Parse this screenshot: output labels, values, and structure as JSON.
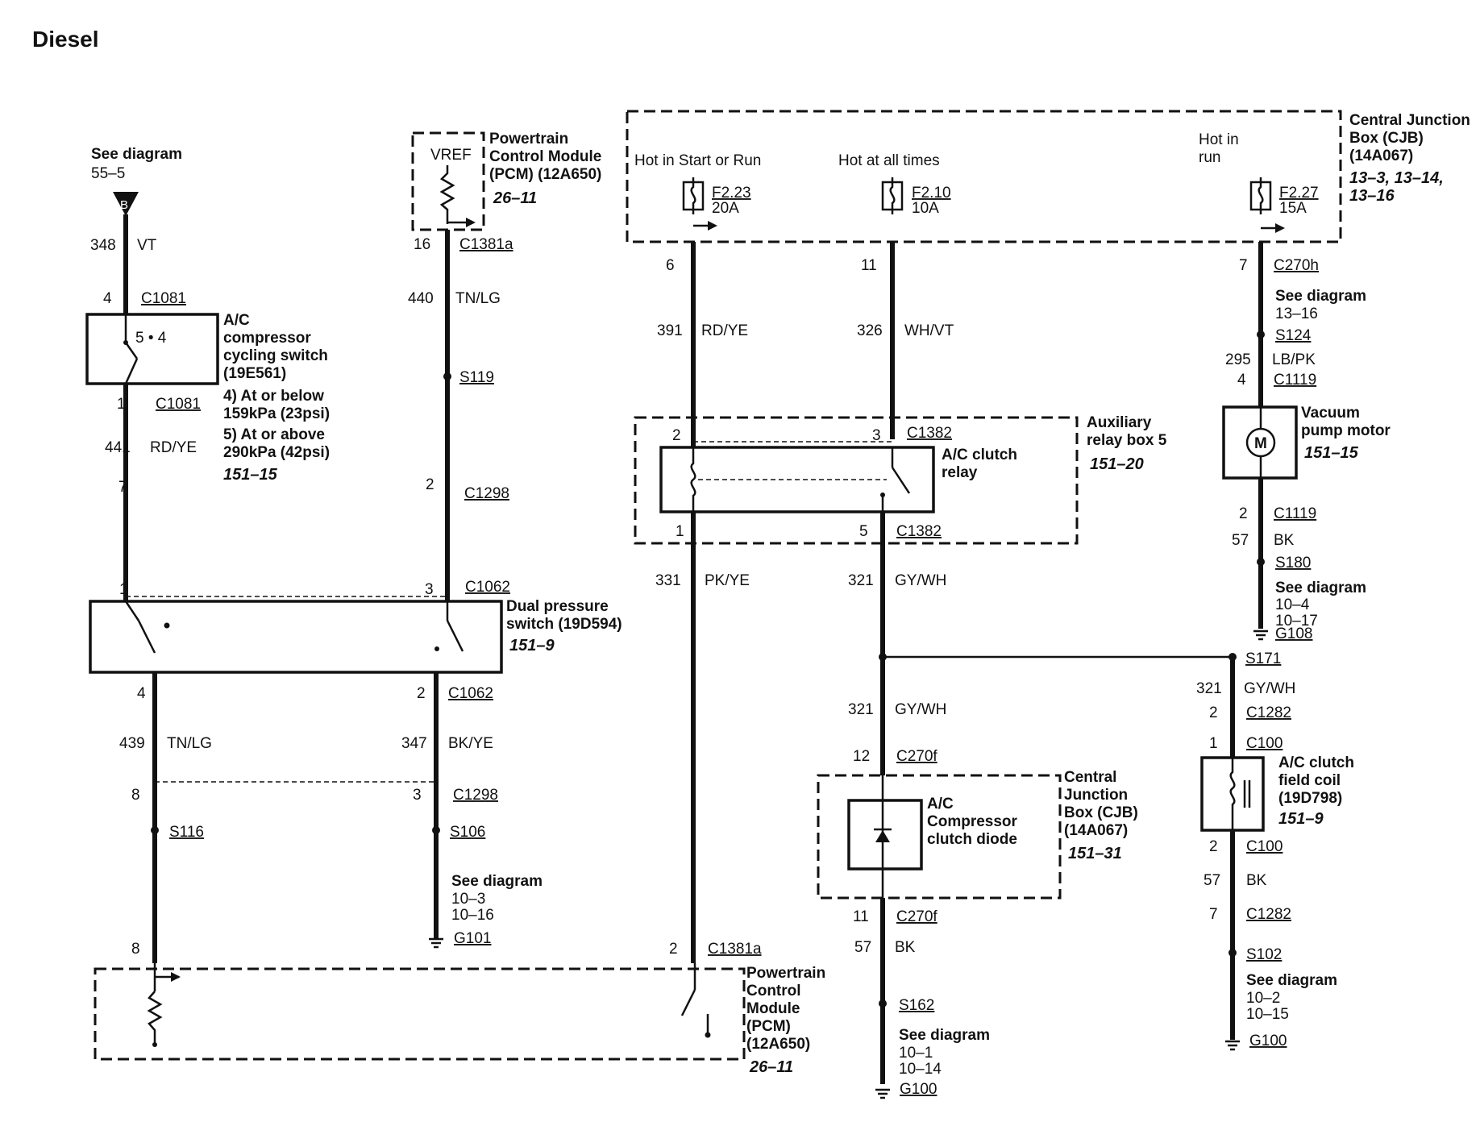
{
  "title": "Diesel",
  "ac_cycling": {
    "see_diagram": "See diagram",
    "see_ref": "55–5",
    "ref_letter": "B",
    "w348": "348",
    "c348": "VT",
    "pin4": "4",
    "conn": "C1081",
    "contacts": "5 • 4",
    "l1": "A/C",
    "l2": "compressor",
    "l3": "cycling switch",
    "l4": "(19E561)",
    "n1": "4) At or below",
    "n2": "159kPa (23psi)",
    "n3": "5) At or above",
    "n4": "290kPa (42psi)",
    "ref": "151–15",
    "pin1": "1",
    "conn2": "C1081",
    "w441": "441",
    "c441": "RD/YE",
    "pin7": "7"
  },
  "pcm_top": {
    "vref": "VREF",
    "l1": "Powertrain",
    "l2": "Control Module",
    "l3": "(PCM) (12A650)",
    "ref": "26–11",
    "pin16": "16",
    "conn": "C1381a",
    "w440": "440",
    "c440": "TN/LG",
    "splice": "S119",
    "pin2": "2",
    "conn2": "C1298"
  },
  "dual_switch": {
    "pin1": "1",
    "pin3": "3",
    "conn": "C1062",
    "l1": "Dual pressure",
    "l2": "switch (19D594)",
    "ref": "151–9",
    "pin4": "4",
    "pin2": "2",
    "conn2": "C1062",
    "w439": "439",
    "c439": "TN/LG",
    "w347": "347",
    "c347": "BK/YE",
    "pin8": "8",
    "pin3b": "3",
    "conn3": "C1298",
    "s116": "S116",
    "s106": "S106",
    "see": "See diagram",
    "see1": "10–3",
    "see2": "10–16",
    "g101": "G101",
    "pin8b": "8"
  },
  "pcm_bottom": {
    "pin2": "2",
    "conn": "C1381a",
    "l1": "Powertrain",
    "l2": "Control",
    "l3": "Module",
    "l4": "(PCM)",
    "l5": "(12A650)",
    "ref": "26–11"
  },
  "cjb_top": {
    "hot_start_run": "Hot in Start or Run",
    "hot_all": "Hot at all times",
    "hot_run1": "Hot in",
    "hot_run2": "run",
    "f1": "F2.23",
    "f1a": "20A",
    "f2": "F2.10",
    "f2a": "10A",
    "f3": "F2.27",
    "f3a": "15A",
    "l1": "Central Junction",
    "l2": "Box (CJB)",
    "l3": "(14A067)",
    "ref1": "13–3, 13–14,",
    "ref2": "13–16"
  },
  "relay": {
    "pin6": "6",
    "pin11": "11",
    "w391": "391",
    "c391": "RD/YE",
    "w326": "326",
    "c326": "WH/VT",
    "pin2": "2",
    "pin3": "3",
    "conn": "C1382",
    "l1": "A/C clutch",
    "l2": "relay",
    "aux1": "Auxiliary",
    "aux2": "relay box 5",
    "ref": "151–20",
    "pin1": "1",
    "pin5": "5",
    "conn2": "C1382",
    "w331": "331",
    "c331": "PK/YE",
    "w321": "321",
    "c321": "GY/WH",
    "w321b": "321",
    "c321b": "GY/WH"
  },
  "diode": {
    "pin12": "12",
    "conn": "C270f",
    "l1": "A/C",
    "l2": "Compressor",
    "l3": "clutch diode",
    "cjb1": "Central",
    "cjb2": "Junction",
    "cjb3": "Box (CJB)",
    "cjb4": "(14A067)",
    "ref": "151–31",
    "pin11": "11",
    "conn2": "C270f",
    "w57": "57",
    "c57": "BK",
    "s162": "S162",
    "see": "See diagram",
    "see1": "10–1",
    "see2": "10–14",
    "g100": "G100"
  },
  "vacuum": {
    "pin7": "7",
    "conn": "C270h",
    "see": "See diagram",
    "see1": "13–16",
    "s124": "S124",
    "w295": "295",
    "c295": "LB/PK",
    "pin4": "4",
    "conn2": "C1119",
    "motor": "M",
    "l1": "Vacuum",
    "l2": "pump motor",
    "ref": "151–15",
    "pin2": "2",
    "conn3": "C1119",
    "w57": "57",
    "c57": "BK",
    "s180": "S180",
    "see2": "See diagram",
    "see3": "10–4",
    "see4": "10–17",
    "g108": "G108"
  },
  "clutch_coil": {
    "s171": "S171",
    "w321": "321",
    "c321": "GY/WH",
    "pin2": "2",
    "conn": "C1282",
    "pin1": "1",
    "conn2": "C100",
    "l1": "A/C clutch",
    "l2": "field coil",
    "l3": "(19D798)",
    "ref": "151–9",
    "pin2b": "2",
    "conn3": "C100",
    "w57": "57",
    "c57": "BK",
    "pin7": "7",
    "conn4": "C1282",
    "s102": "S102",
    "see": "See diagram",
    "see1": "10–2",
    "see2": "10–15",
    "g100": "G100"
  }
}
